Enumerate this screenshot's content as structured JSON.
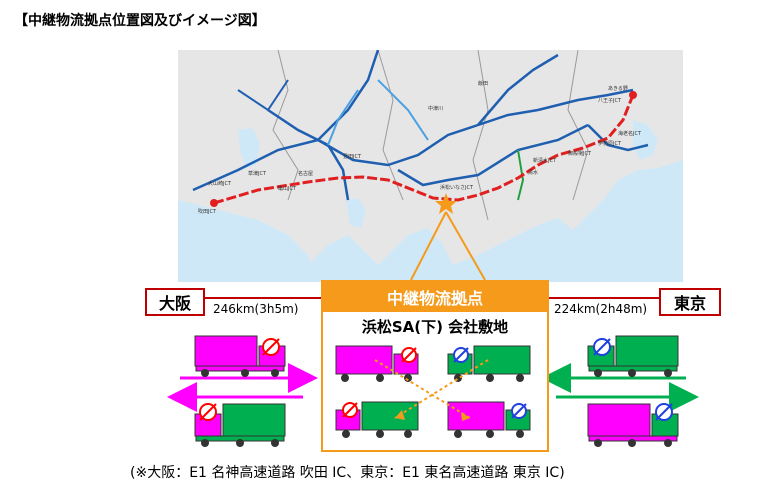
{
  "title": "【中継物流拠点位置図及びイメージ図】",
  "map": {
    "relay_marker_label": "浜松SA",
    "place_labels": [
      "あきる野",
      "八王子JCT",
      "海老名JCT",
      "伊勢原JCT",
      "御殿場JCT",
      "新清水JCT",
      "清水",
      "浜松いなさJCT",
      "豊田JCT",
      "名古屋",
      "亀山JCT",
      "草津JCT",
      "大山崎JCT",
      "吹田JCT",
      "中津川",
      "飯田"
    ]
  },
  "endpoints": {
    "left": "大阪",
    "right": "東京",
    "left_distance": "246km(3h5m)",
    "right_distance": "224km(2h48m)"
  },
  "relay": {
    "header": "中継物流拠点",
    "subtitle": "浜松SA(下) 会社敷地"
  },
  "footnote": "(※大阪：E1 名神高速道路 吹田 IC、東京：E1 東名高速道路 東京 IC)",
  "colors": {
    "route_red": "#e02020",
    "magenta_truck": "#ff00ff",
    "green_truck": "#00b050",
    "relay_orange": "#f59a1b",
    "no_driver_red": "#ff0000",
    "driver_blue": "#2040e0"
  }
}
